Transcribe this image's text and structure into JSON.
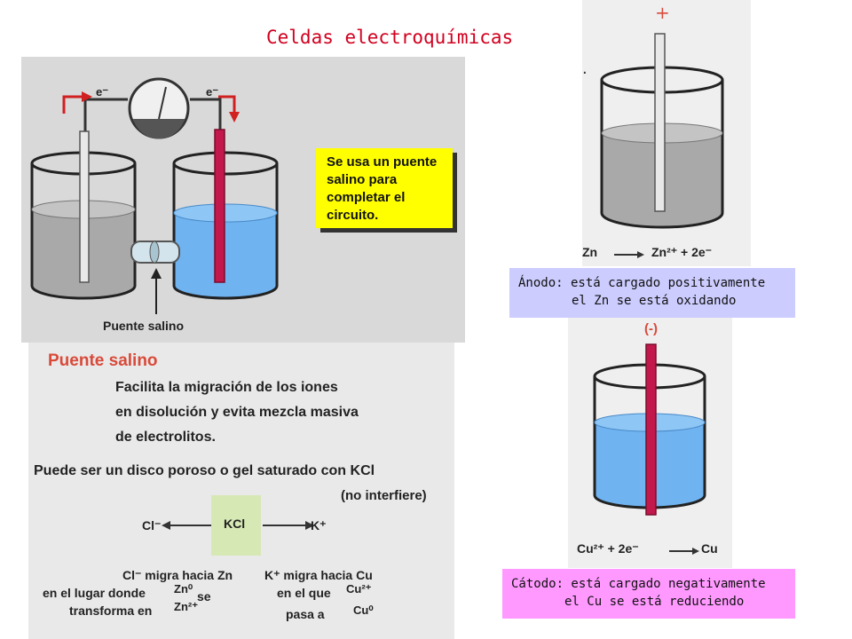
{
  "title": "Celdas electroquímicas",
  "galvanic_cell": {
    "electron_left": "e⁻",
    "electron_right": "e⁻",
    "salt_bridge_label": "Puente salino",
    "callout": "Se usa un puente salino para completar el circuito."
  },
  "salt_bridge_info": {
    "heading": "Puente salino",
    "line1": "Facilita la migración de los iones",
    "line2": "en disolución y evita mezcla masiva",
    "line3": "de electrolitos.",
    "line4": "Puede ser un disco poroso o gel saturado con KCl",
    "line5": "(no interfiere)",
    "cl_ion": "Cl⁻",
    "k_ion": "K⁺",
    "kcl_box": "KCl",
    "cl_migrates": "Cl⁻ migra hacia Zn",
    "cl_where": "en el lugar donde",
    "cl_transform": "transforma en",
    "zn0": "Zn⁰",
    "se": "se",
    "zn2": "Zn²⁺",
    "k_migrates": "K⁺ migra hacia Cu",
    "k_where": "en el que",
    "cu2": "Cu²⁺",
    "k_pasa": "pasa a",
    "cu0": "Cu⁰"
  },
  "anode": {
    "sign": "+",
    "dot": "·",
    "reaction_left": "Zn",
    "reaction_right": "Zn²⁺ + 2e⁻",
    "note_line1": "Ánodo: está cargado positivamente",
    "note_line2": "el Zn se está oxidando"
  },
  "cathode": {
    "sign": "(-)",
    "reaction_left": "Cu²⁺ + 2e⁻",
    "reaction_right": "Cu",
    "note_line1": "Cátodo: está cargado negativamente",
    "note_line2": "el Cu se está reduciendo"
  },
  "colors": {
    "title": "#d1001f",
    "zinc_solution": "#a9a9a9",
    "copper_solution": "#6fb3f0",
    "copper_electrode": "#c2184b",
    "callout": "#ffff00",
    "anode_note": "#ccccff",
    "cathode_note": "#ff99ff"
  }
}
